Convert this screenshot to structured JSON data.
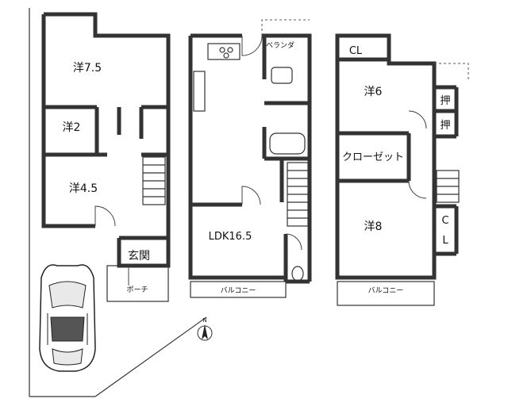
{
  "floor1": {
    "room_western_7_5": "洋7.5",
    "room_western_2": "洋2",
    "room_western_4_5": "洋4.5",
    "room_entrance": "玄関",
    "room_porch": "ポーチ"
  },
  "floor2": {
    "label_veranda": "ベランダ",
    "room_ldk": "LDK16.5",
    "label_balcony": "バルコニー"
  },
  "floor3": {
    "label_cl_top": "CL",
    "room_western_6": "洋6",
    "label_oshi_1": "押",
    "label_oshi_2": "押",
    "room_closet": "クローゼット",
    "room_western_8": "洋8",
    "label_cl_c": "C",
    "label_cl_l": "L",
    "label_balcony": "バルコニー"
  },
  "compass": {
    "north_label": "N"
  }
}
